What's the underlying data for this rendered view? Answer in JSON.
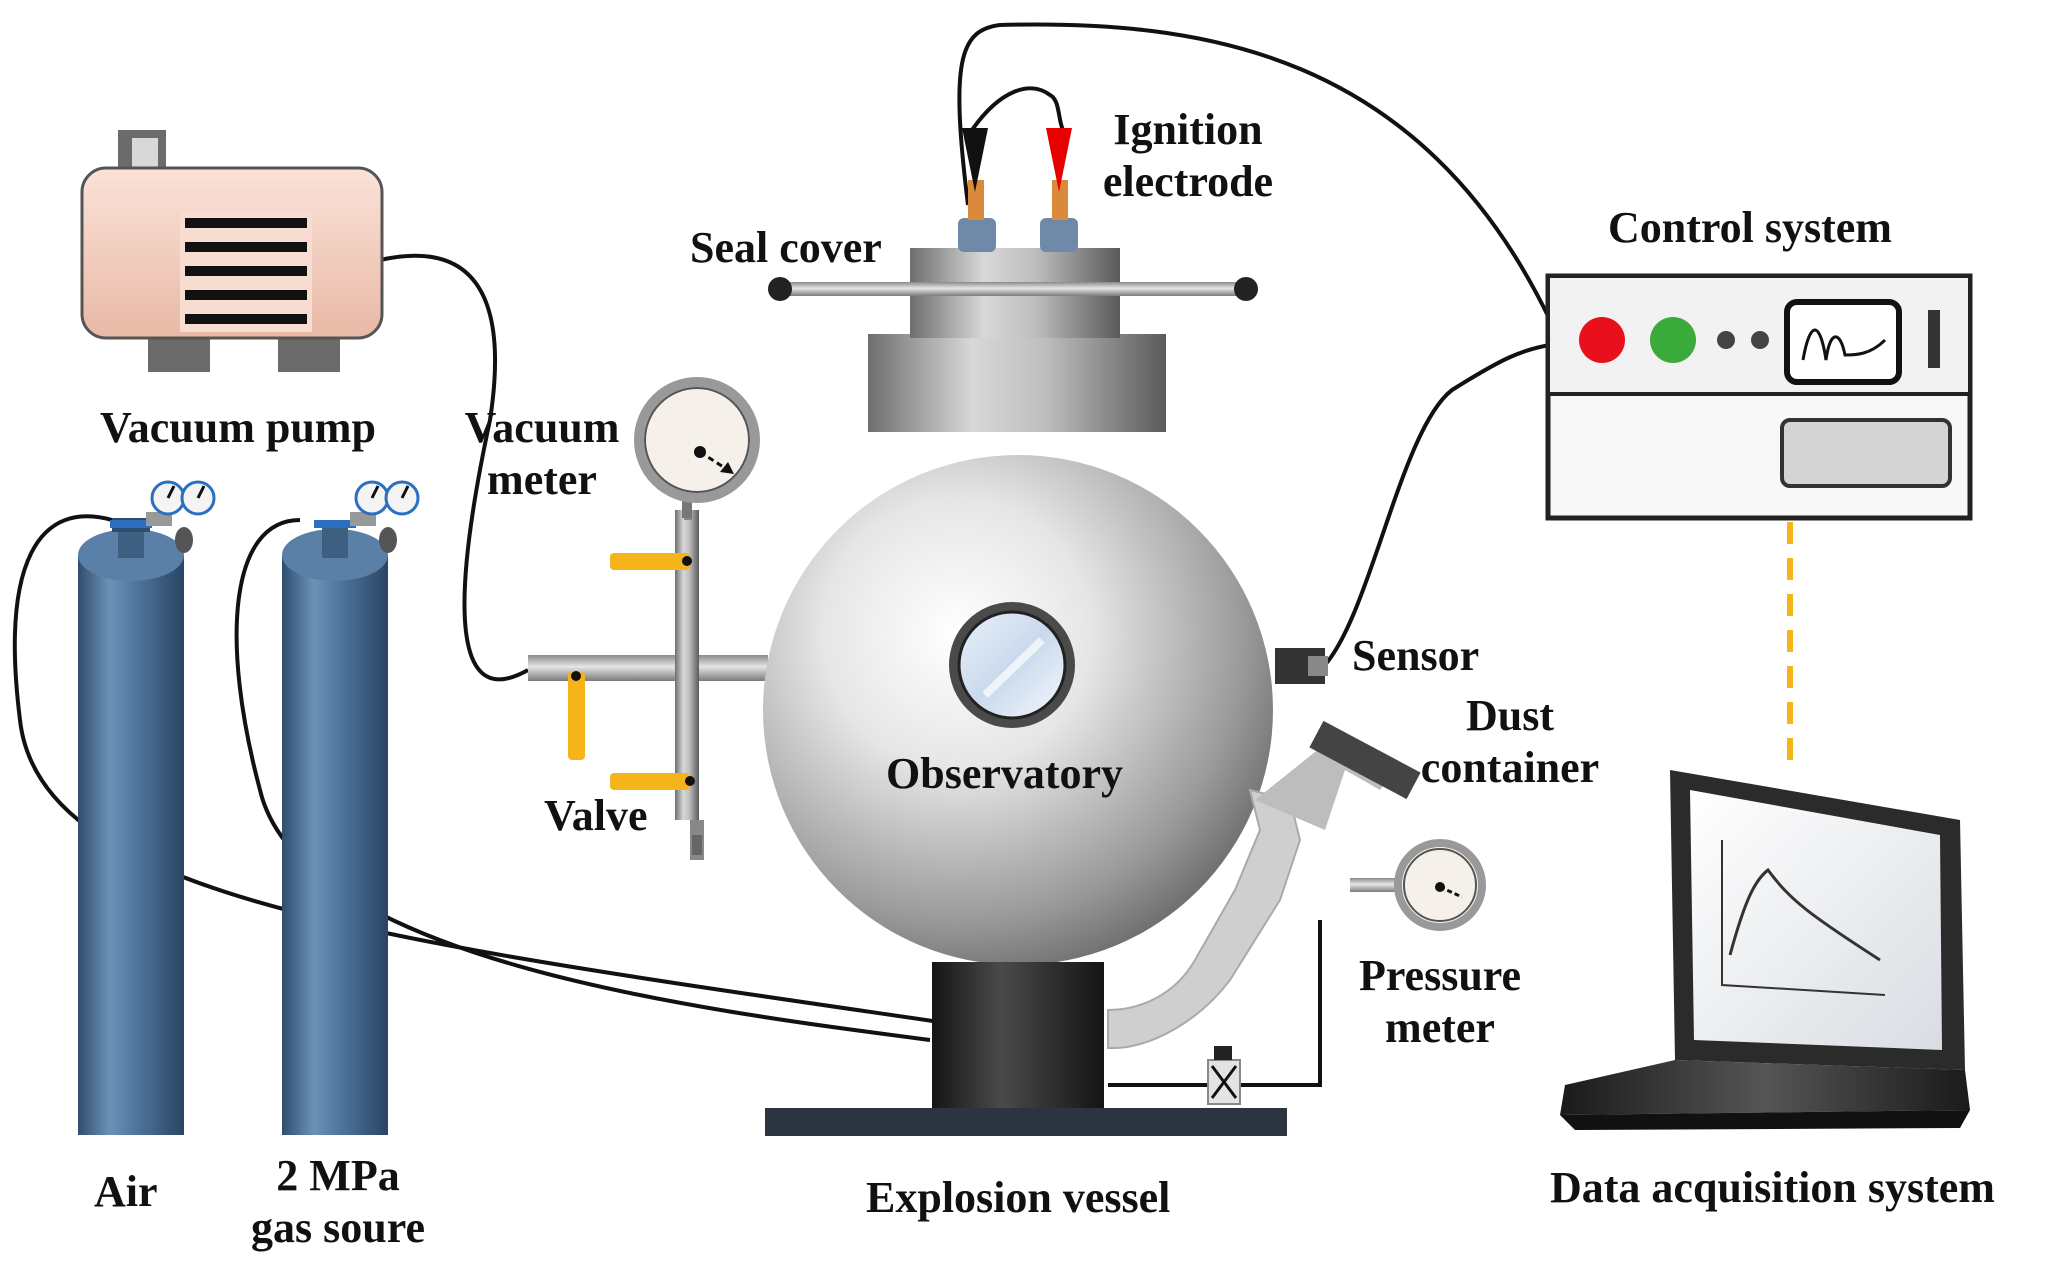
{
  "labels": {
    "vacuum_pump": "Vacuum pump",
    "vacuum_meter_line1": "Vacuum",
    "vacuum_meter_line2": "meter",
    "seal_cover": "Seal cover",
    "ignition_line1": "Ignition",
    "ignition_line2": "electrode",
    "control_system": "Control system",
    "sensor": "Sensor",
    "dust_line1": "Dust",
    "dust_line2": "container",
    "observatory": "Observatory",
    "valve": "Valve",
    "pressure_line1": "Pressure",
    "pressure_line2": "meter",
    "air": "Air",
    "gas_line1": "2 MPa",
    "gas_line2": "gas soure",
    "explosion_vessel": "Explosion vessel",
    "daq": "Data acquisition system"
  },
  "colors": {
    "cylinder": "#4a6f94",
    "valve_handle": "#f5b51a",
    "indicator_red": "#e8101c",
    "indicator_green": "#3aaa3a",
    "electrode_red": "#e80000",
    "dash_line": "#f5b51a",
    "base": "#2c3440"
  }
}
